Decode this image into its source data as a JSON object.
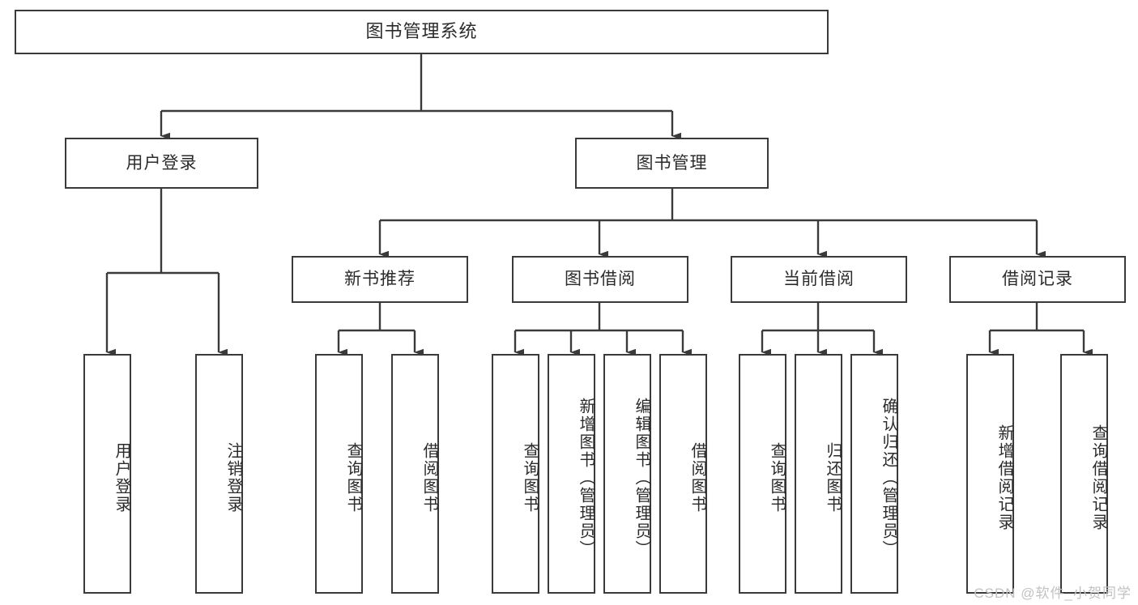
{
  "diagram": {
    "title": "图书管理系统",
    "type": "hierarchy-tree",
    "watermark": "CSDN @软件_小贺同学",
    "colors": {
      "box_border": "#3a3a3a",
      "box_fill": "#ffffff",
      "connector": "#3a3a3a",
      "text": "#2b2b2b",
      "watermark": "#c2c2c2",
      "background": "#ffffff"
    },
    "levels": {
      "root": "图书管理系统",
      "tier1": [
        "用户登录",
        "图书管理"
      ],
      "tier2": [
        "新书推荐",
        "图书借阅",
        "当前借阅",
        "借阅记录"
      ]
    },
    "nodes": {
      "root": {
        "label": "图书管理系统"
      },
      "user_login": {
        "label": "用户登录"
      },
      "book_manage": {
        "label": "图书管理"
      },
      "new_book_rec": {
        "label": "新书推荐"
      },
      "book_borrow": {
        "label": "图书借阅"
      },
      "current_borrow": {
        "label": "当前借阅"
      },
      "borrow_record": {
        "label": "借阅记录"
      }
    },
    "leaves": {
      "user_login": [
        {
          "label": "用户登录"
        },
        {
          "label": "注销登录"
        }
      ],
      "new_book_rec": [
        {
          "label": "查询图书"
        },
        {
          "label": "借阅图书"
        }
      ],
      "book_borrow": [
        {
          "label": "查询图书"
        },
        {
          "label": "新增图书（管理员）"
        },
        {
          "label": "编辑图书（管理员）"
        },
        {
          "label": "借阅图书"
        }
      ],
      "current_borrow": [
        {
          "label": "查询图书"
        },
        {
          "label": "归还图书"
        },
        {
          "label": "确认归还（管理员）"
        }
      ],
      "borrow_record": [
        {
          "label": "新增借阅记录"
        },
        {
          "label": "查询借阅记录"
        }
      ]
    }
  }
}
